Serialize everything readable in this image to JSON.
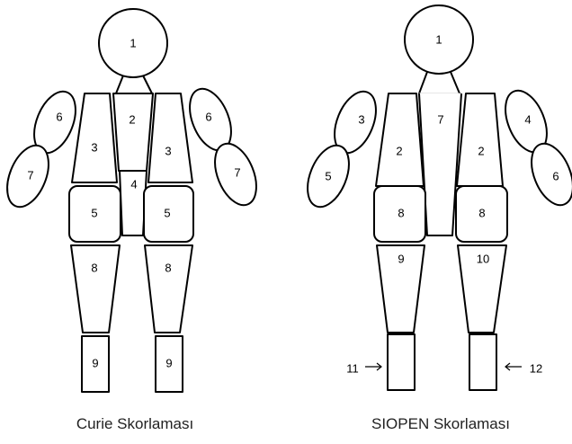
{
  "curie": {
    "caption": "Curie Skorlaması",
    "labels": {
      "head": "1",
      "chest": "2",
      "left_upper_torso": "3",
      "right_upper_torso": "3",
      "mid_abdomen": "4",
      "left_pelvis": "5",
      "right_pelvis": "5",
      "left_upper_arm": "6",
      "right_upper_arm": "6",
      "left_forearm": "7",
      "right_forearm": "7",
      "left_thigh": "8",
      "right_thigh": "8",
      "left_lower_leg": "9",
      "right_lower_leg": "9"
    }
  },
  "siopen": {
    "caption": "SIOPEN Skorlaması",
    "labels": {
      "head": "1",
      "left_upper_torso": "2",
      "right_upper_torso": "2",
      "left_upper_arm": "3",
      "right_upper_arm": "4",
      "left_forearm": "5",
      "right_forearm": "6",
      "chest": "7",
      "left_pelvis": "8",
      "right_pelvis": "8",
      "left_thigh": "9",
      "right_thigh": "10",
      "left_lower_leg": "11",
      "right_lower_leg": "12"
    }
  }
}
